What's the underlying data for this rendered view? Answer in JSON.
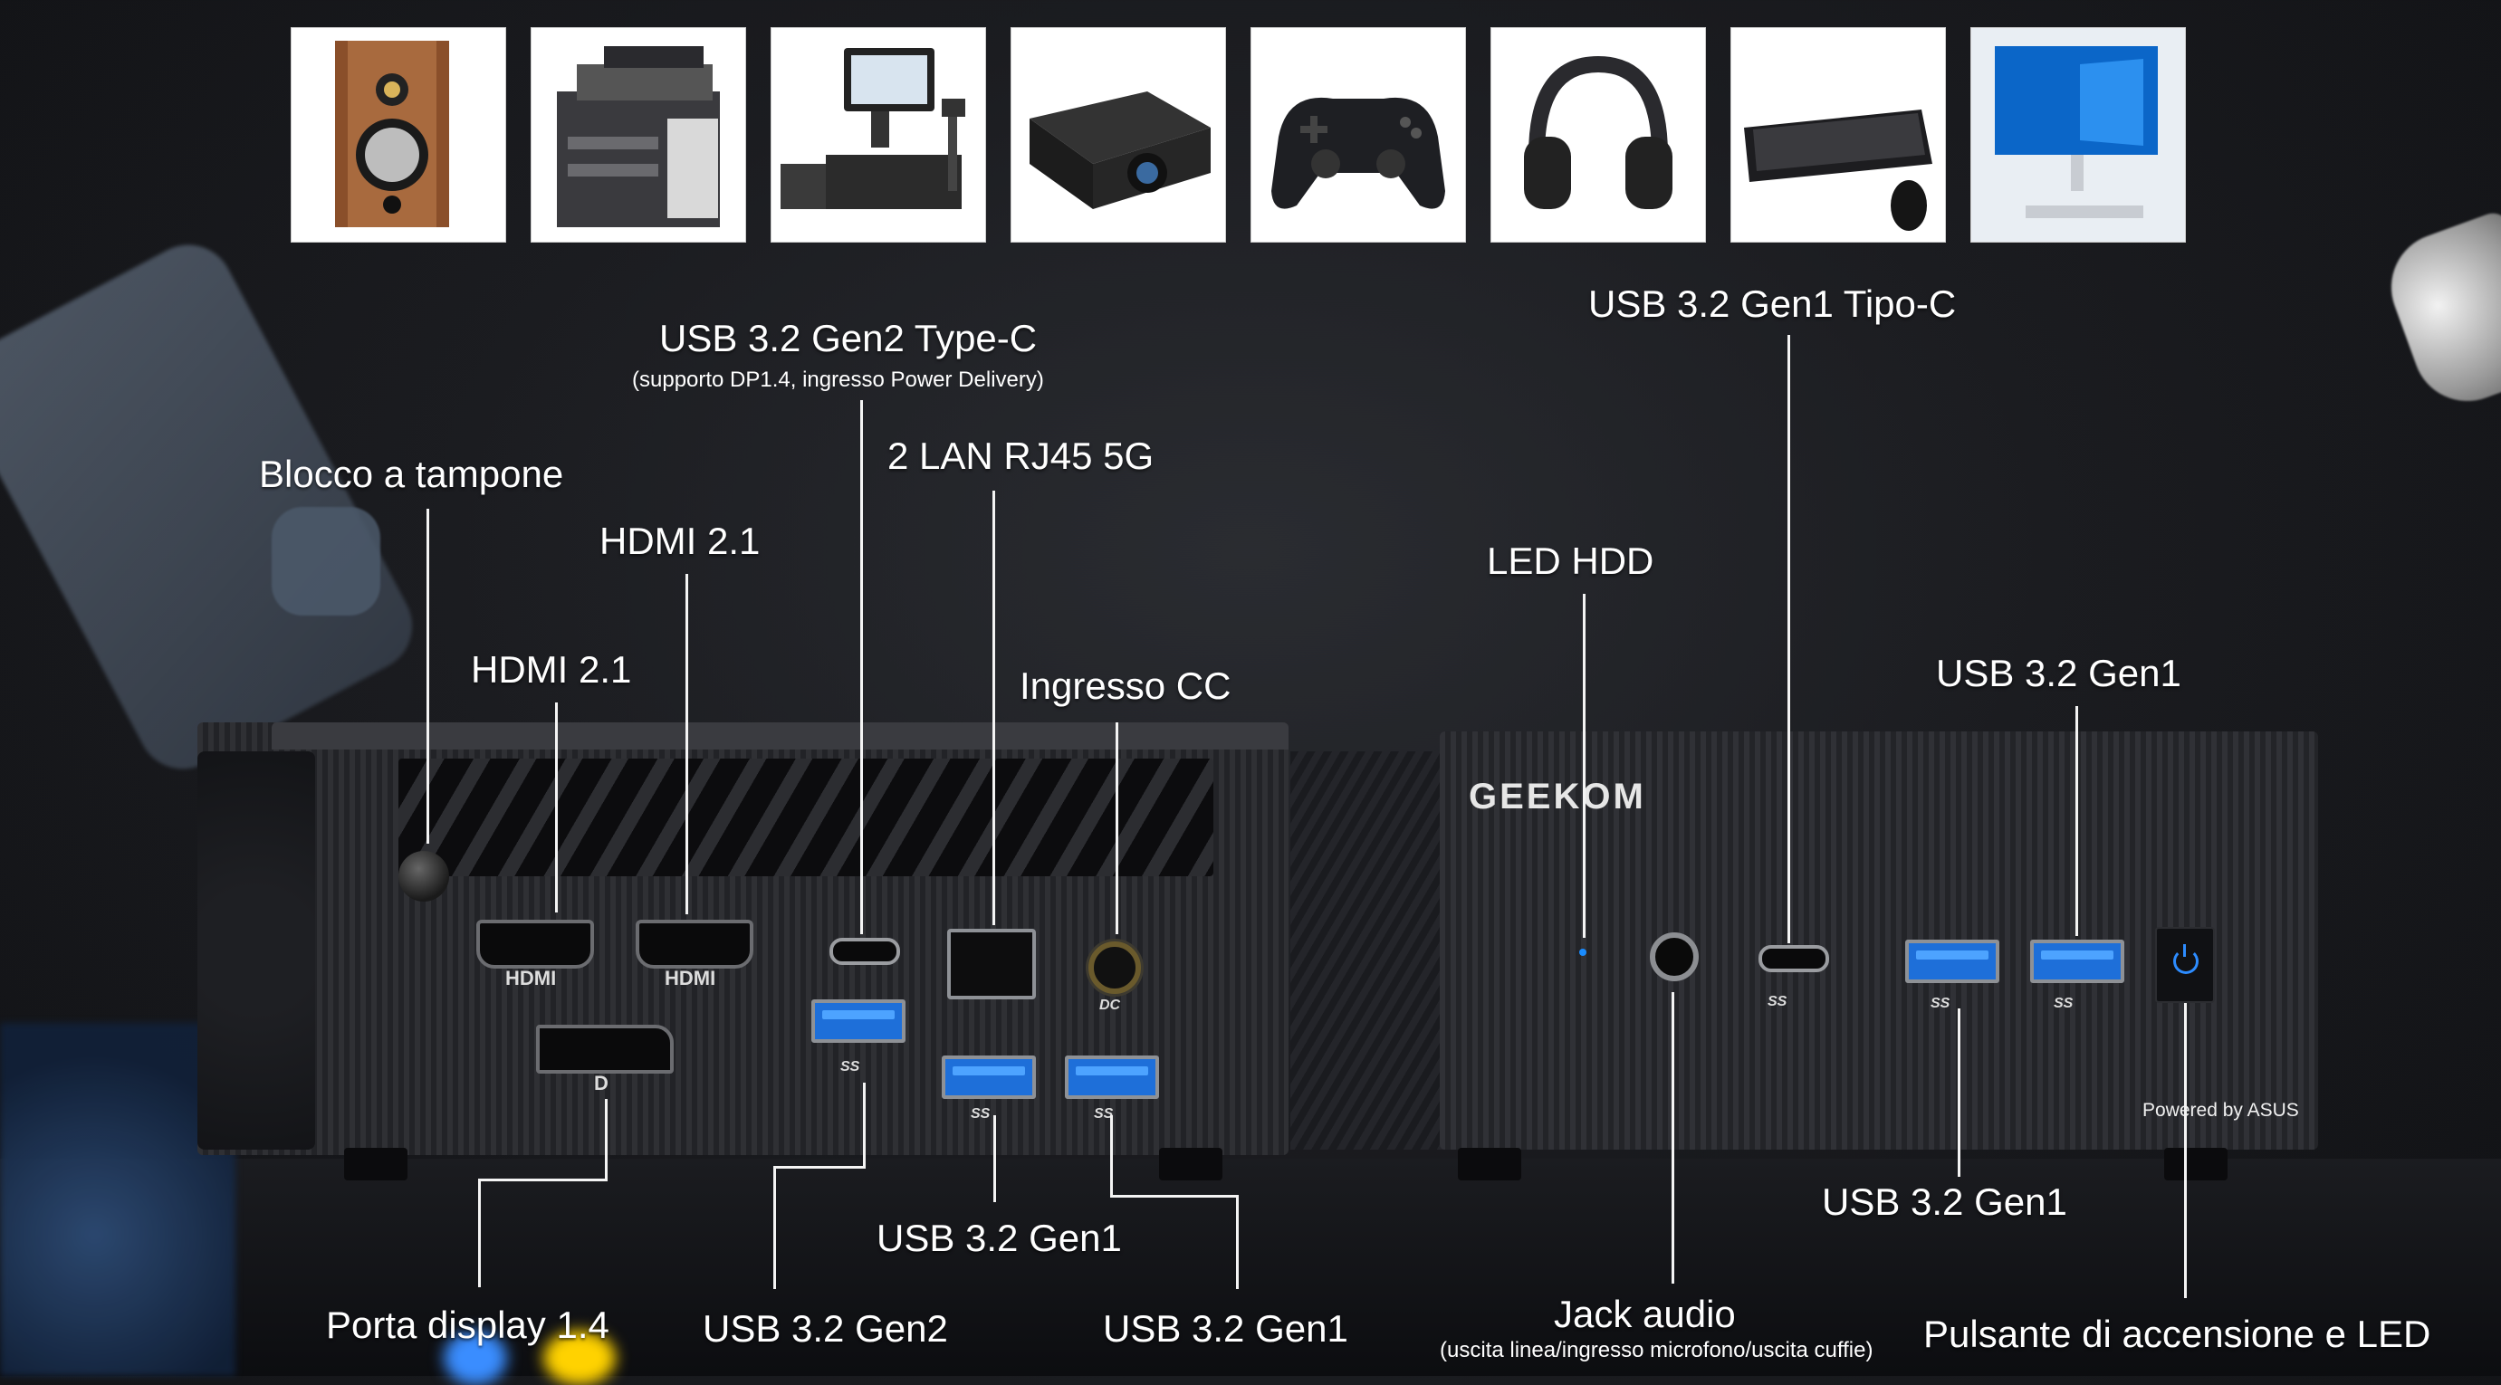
{
  "devices_shown": [
    {
      "icon": "speaker-icon"
    },
    {
      "icon": "printer-icon"
    },
    {
      "icon": "pos-register-icon"
    },
    {
      "icon": "projector-icon"
    },
    {
      "icon": "gamepad-icon"
    },
    {
      "icon": "headphones-icon"
    },
    {
      "icon": "keyboard-mouse-icon"
    },
    {
      "icon": "monitor-icon"
    }
  ],
  "brand": "GEEKOM",
  "powered_by": "Powered by ASUS",
  "port_marks": {
    "hdmi": "HDMI",
    "dp": "D",
    "dc": "DC",
    "usb_ss": "SS"
  },
  "labels": {
    "usb_c_gen2": "USB 3.2 Gen2 Type-C",
    "usb_c_gen2_sub": "(supporto DP1.4, ingresso Power Delivery)",
    "usb_c_gen1": "USB 3.2 Gen1 Tipo-C",
    "lan": "2 LAN RJ45 5G",
    "kensington": "Blocco a tampone",
    "hdmi_a": "HDMI 2.1",
    "hdmi_b": "HDMI 2.1",
    "led_hdd": "LED HDD",
    "dc_in": "Ingresso CC",
    "usb_gen1_right_top": "USB 3.2 Gen1",
    "usb_gen1_bottom_mid": "USB 3.2 Gen1",
    "usb_gen1_right_bottom": "USB 3.2 Gen1",
    "display_port": "Porta display 1.4",
    "usb_gen2": "USB 3.2 Gen2",
    "usb_gen1_bottom": "USB 3.2 Gen1",
    "audio": "Jack audio",
    "audio_sub": "(uscita linea/ingresso microfono/uscita cuffie)",
    "power": "Pulsante di accensione e LED"
  },
  "colors": {
    "background": "#1b1c20",
    "port_blue": "#1e6fd9",
    "led_blue": "#1a8cff",
    "line": "#f4f4f4"
  }
}
